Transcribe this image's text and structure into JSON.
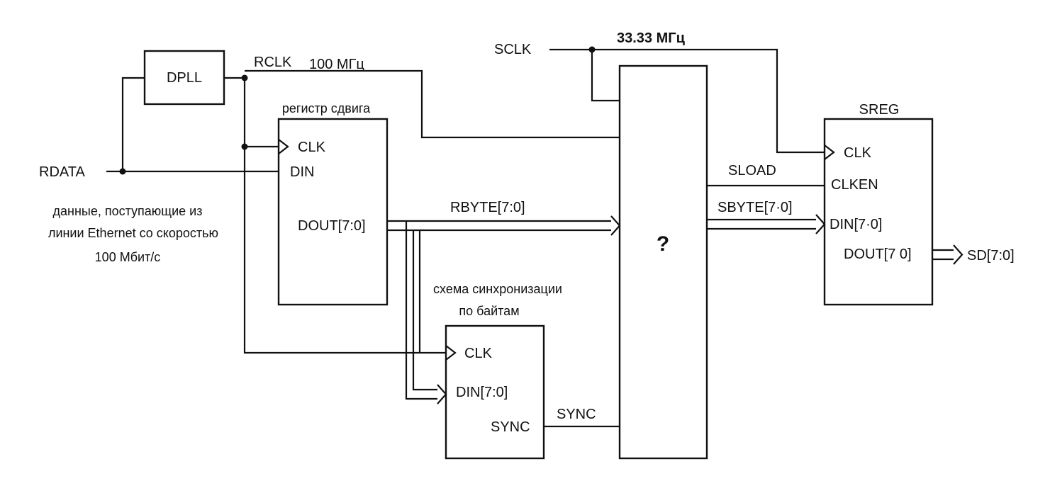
{
  "blocks": {
    "dpll": "DPLL",
    "shift_register": {
      "title": "регистр сдвига",
      "clk": "CLK",
      "din": "DIN",
      "dout": "DOUT[7:0]"
    },
    "sync_circuit": {
      "title_line1": "схема синхронизации",
      "title_line2": "по байтам",
      "clk": "CLK",
      "din": "DIN[7:0]",
      "sync": "SYNC"
    },
    "unknown": "?",
    "sreg": {
      "title": "SREG",
      "clk": "CLK",
      "clken": "CLKEN",
      "din": "DIN[7·0]",
      "dout": "DOUT[7 0]"
    }
  },
  "signals": {
    "rdata": "RDATA",
    "rclk": "RCLK",
    "rclk_freq": "100 МГц",
    "sclk": "SCLK",
    "sclk_freq": "33.33 МГц",
    "rbyte": "RBYTE[7:0]",
    "sync": "SYNC",
    "sload": "SLOAD",
    "sbyte": "SBYTE[7·0]",
    "sd": "SD[7:0]"
  },
  "note": {
    "line1": "данные, поступающие из",
    "line2": "линии Ethernet со скоростью",
    "line3": "100 Мбит/с"
  }
}
